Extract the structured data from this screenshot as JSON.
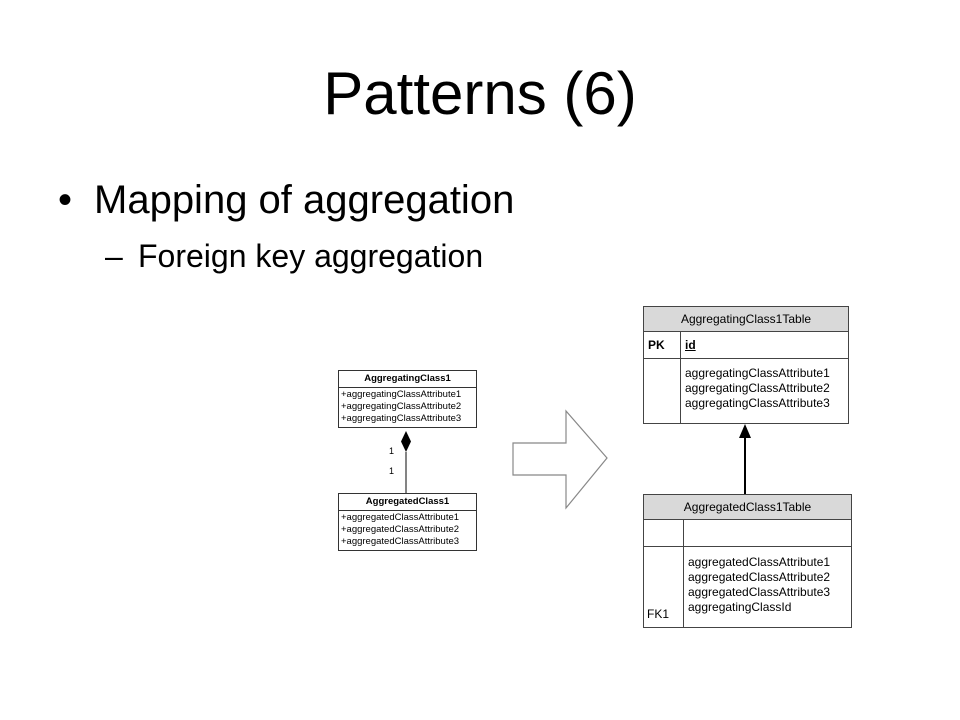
{
  "slide": {
    "title": "Patterns (6)",
    "bullet_symbol": "•",
    "bullet": "Mapping of aggregation",
    "sub_bullet_symbol": "–",
    "sub_bullet": "Foreign key aggregation"
  },
  "uml": {
    "aggregating": {
      "name": "AggregatingClass1",
      "attributes": [
        "+aggregatingClassAttribute1",
        "+aggregatingClassAttribute2",
        "+aggregatingClassAttribute3"
      ]
    },
    "aggregated": {
      "name": "AggregatedClass1",
      "attributes": [
        "+aggregatedClassAttribute1",
        "+aggregatedClassAttribute2",
        "+aggregatedClassAttribute3"
      ]
    },
    "multiplicity_top": "1",
    "multiplicity_bottom": "1"
  },
  "tables": {
    "aggregating": {
      "name": "AggregatingClass1Table",
      "pk_label": "PK",
      "pk_column": "id",
      "columns": [
        "aggregatingClassAttribute1",
        "aggregatingClassAttribute2",
        "aggregatingClassAttribute3"
      ]
    },
    "aggregated": {
      "name": "AggregatedClass1Table",
      "fk_label": "FK1",
      "columns": [
        "aggregatedClassAttribute1",
        "aggregatedClassAttribute2",
        "aggregatedClassAttribute3",
        "aggregatingClassId"
      ]
    }
  }
}
